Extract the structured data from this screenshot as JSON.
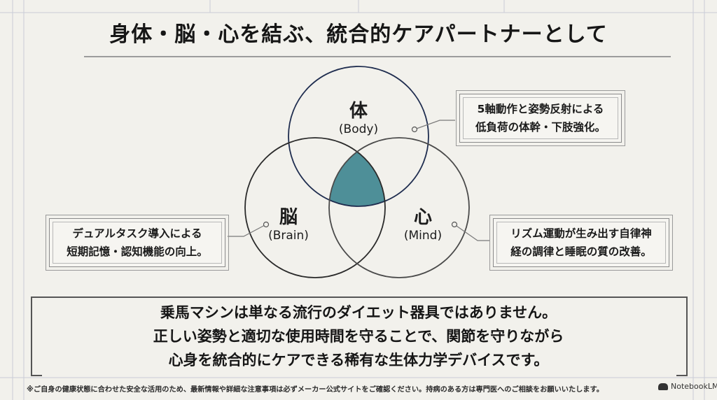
{
  "title": "身体・脳・心を結ぶ、統合的ケアパートナーとして",
  "circles": {
    "body": {
      "main": "体",
      "sub": "(Body)"
    },
    "brain": {
      "main": "脳",
      "sub": "(Brain)"
    },
    "mind": {
      "main": "心",
      "sub": "(Mind)"
    }
  },
  "callouts": {
    "body": [
      "5軸動作と姿勢反射による",
      "低負荷の体幹・下肢強化。"
    ],
    "brain": [
      "デュアルタスク導入による",
      "短期記憶・認知機能の向上。"
    ],
    "mind": [
      "リズム運動が生み出す自律神",
      "経の調律と睡眠の質の改善。"
    ]
  },
  "message": [
    "乗馬マシンは単なる流行のダイエット器具ではありません。",
    "正しい姿勢と適切な使用時間を守ることで、関節を守りながら",
    "心身を統合的にケアできる稀有な生体力学デバイスです。"
  ],
  "footnote": "※ご自身の健康状態に合わせた安全な活用のため、最新情報や詳細な注意事項は必ずメーカー公式サイトをご確認ください。持病のある方は専門医へのご相談をお願いいたします。",
  "logo": "NotebookLM",
  "colors": {
    "intersection": "#4e8f98",
    "circle_stroke": "#1f2d4f",
    "background": "#f2f1ec"
  }
}
